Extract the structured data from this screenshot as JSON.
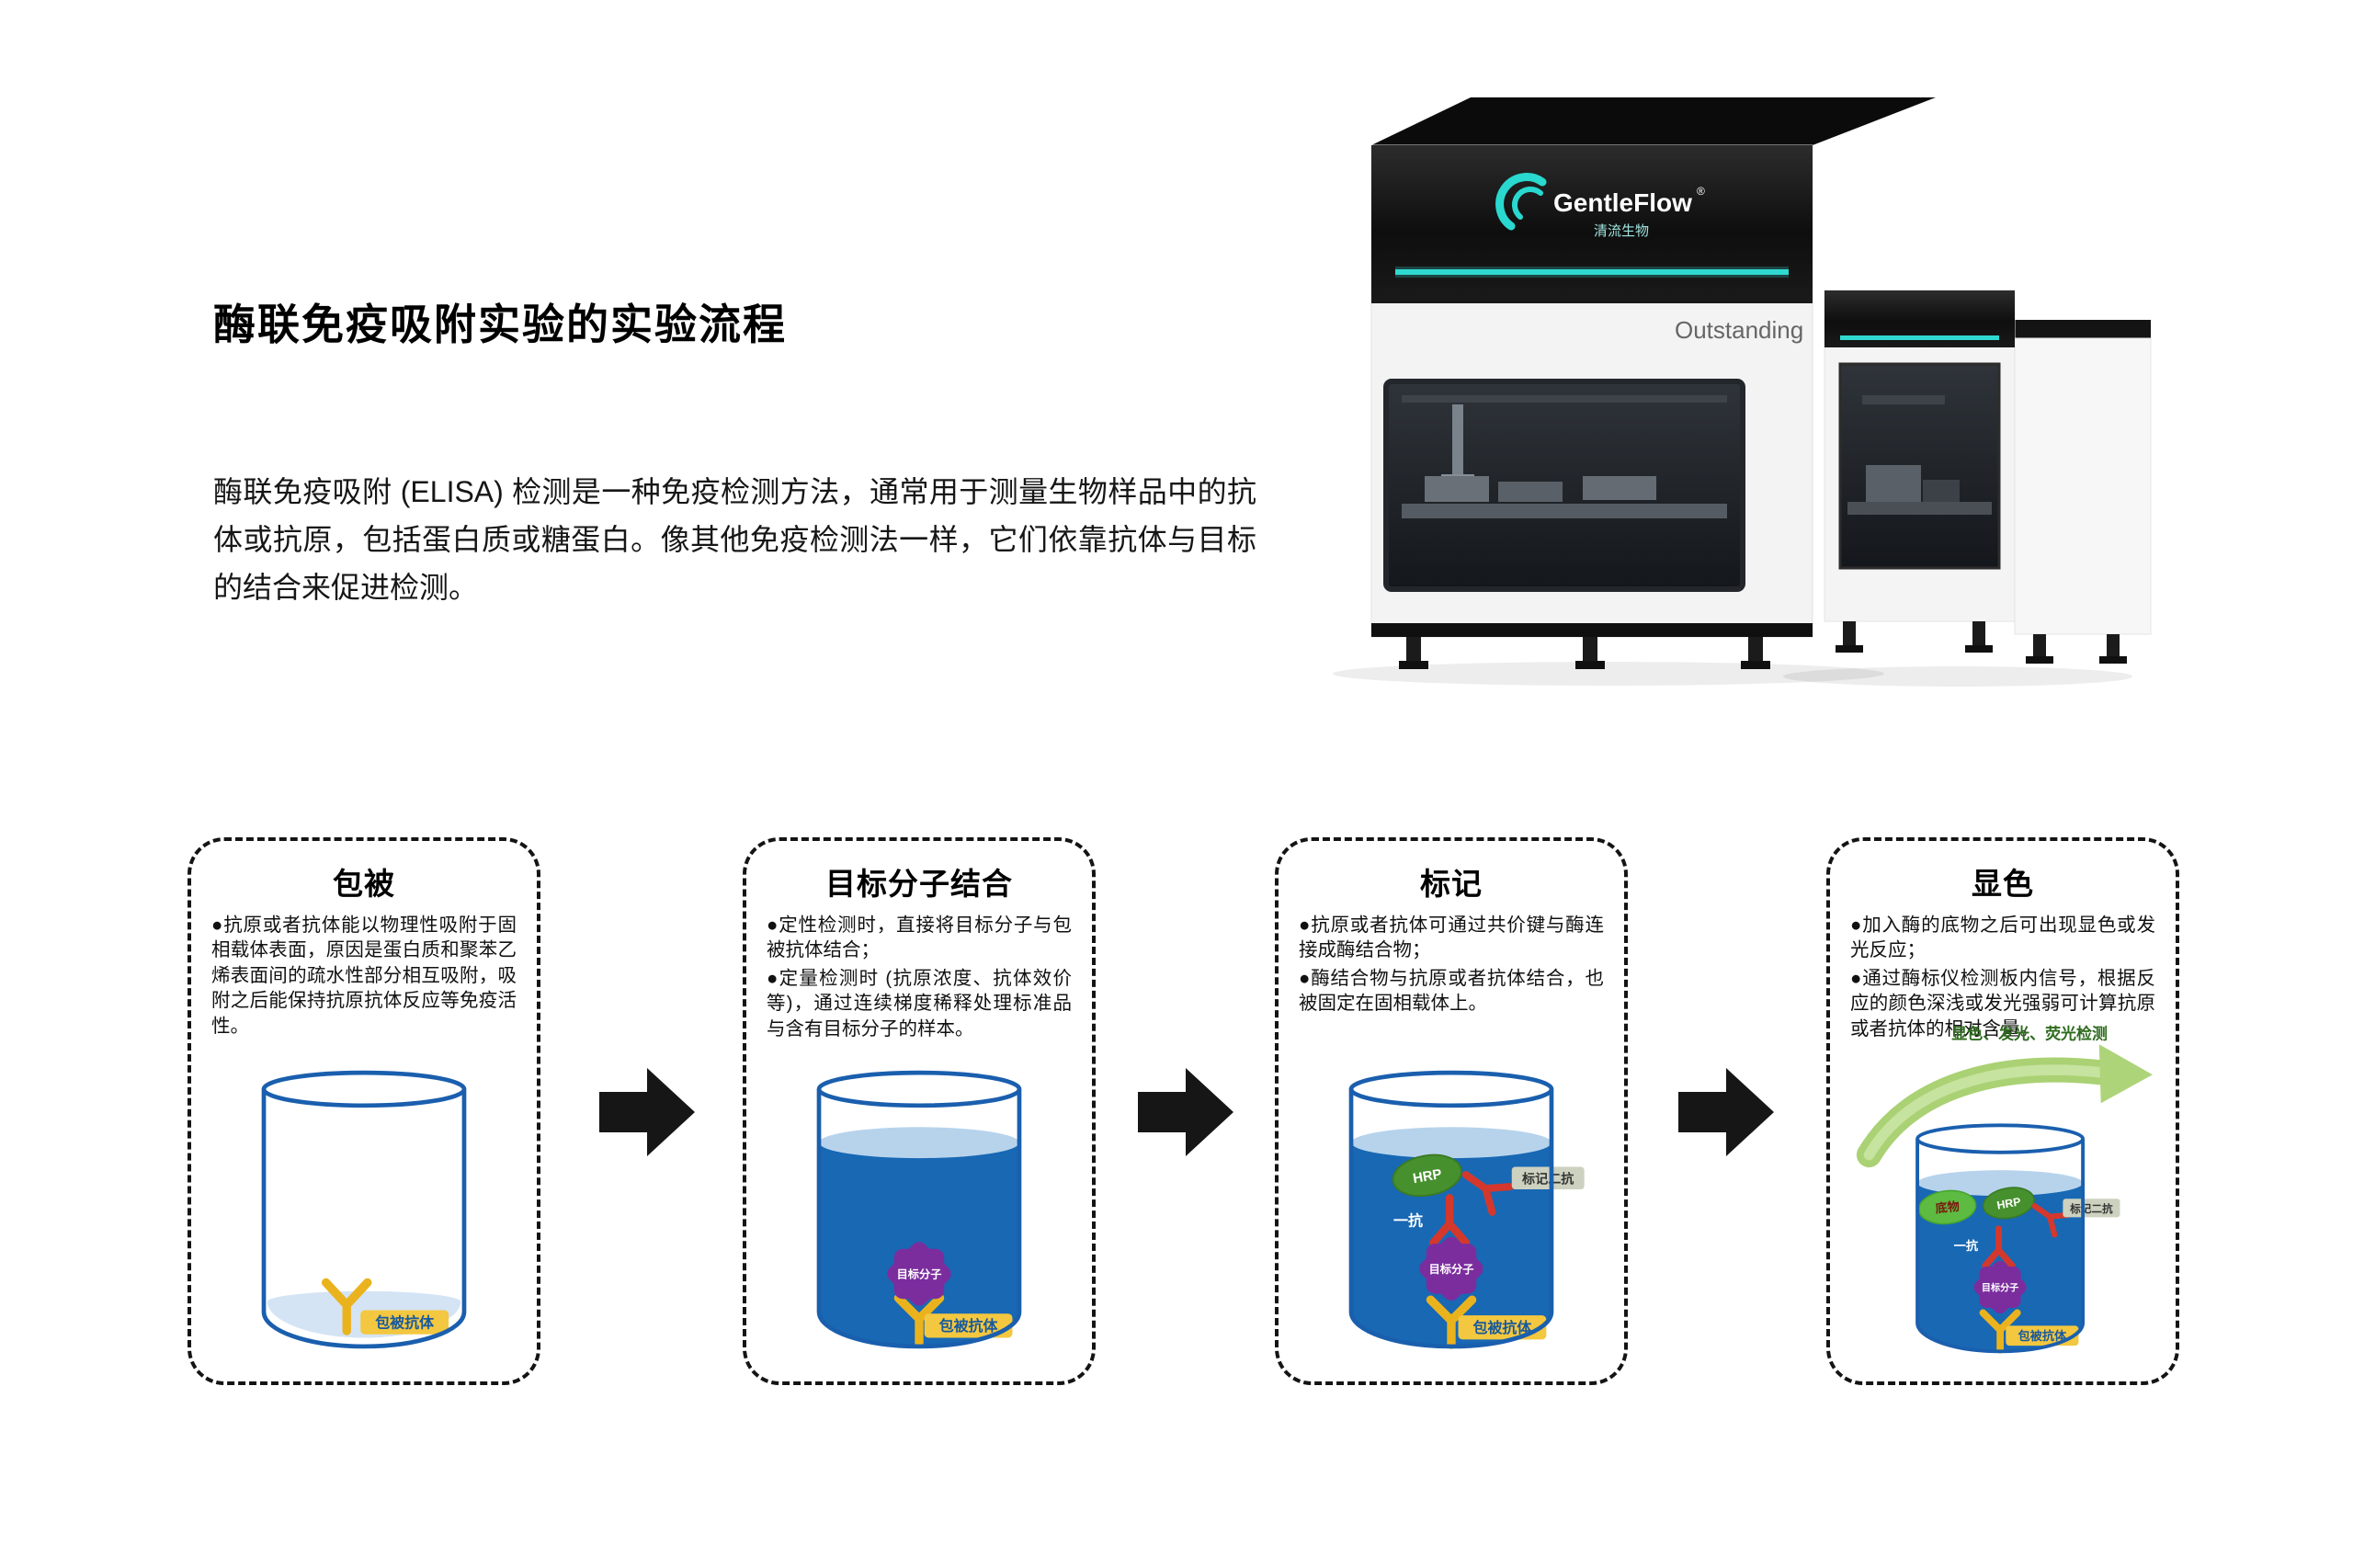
{
  "header": {
    "title": "酶联免疫吸附实验的实验流程",
    "intro": "酶联免疫吸附 (ELISA) 检测是一种免疫检测方法，通常用于测量生物样品中的抗体或抗原，包括蛋白质或糖蛋白。像其他免疫检测法一样，它们依靠抗体与目标的结合来促进检测。"
  },
  "machine": {
    "brand": "GentleFlow",
    "reg_mark": "®",
    "brand_sub": "清流生物",
    "model_text": "Outstanding",
    "accent_color": "#2fd9d0"
  },
  "steps": [
    {
      "title": "包被",
      "bullets": [
        "●抗原或者抗体能以物理性吸附于固相载体表面，原因是蛋白质和聚苯乙烯表面间的疏水性部分相互吸附，吸附之后能保持抗原抗体反应等免疫活性。"
      ],
      "labels": {
        "coated_antibody": "包被抗体"
      }
    },
    {
      "title": "目标分子结合",
      "bullets": [
        "●定性检测时，直接将目标分子与包被抗体结合；",
        "●定量检测时 (抗原浓度、抗体效价等)，通过连续梯度稀释处理标准品与含有目标分子的样本。"
      ],
      "labels": {
        "target": "目标分子",
        "coated_antibody": "包被抗体"
      }
    },
    {
      "title": "标记",
      "bullets": [
        "●抗原或者抗体可通过共价键与酶连接成酶结合物；",
        "●酶结合物与抗原或者抗体结合，也被固定在固相载体上。"
      ],
      "labels": {
        "hrp": "HRP",
        "secondary_antibody": "标记二抗",
        "primary_antibody": "一抗",
        "target": "目标分子",
        "coated_antibody": "包被抗体"
      }
    },
    {
      "title": "显色",
      "bullets": [
        "●加入酶的底物之后可出现显色或发光反应；",
        "●通过酶标仪检测板内信号，根据反应的颜色深浅或发光强弱可计算抗原或者抗体的相对含量。"
      ],
      "detect_label": "显色、发光、荧光检测",
      "labels": {
        "substrate": "底物",
        "hrp": "HRP",
        "secondary_antibody": "标记二抗",
        "primary_antibody": "一抗",
        "target": "目标分子",
        "coated_antibody": "包被抗体"
      }
    }
  ]
}
